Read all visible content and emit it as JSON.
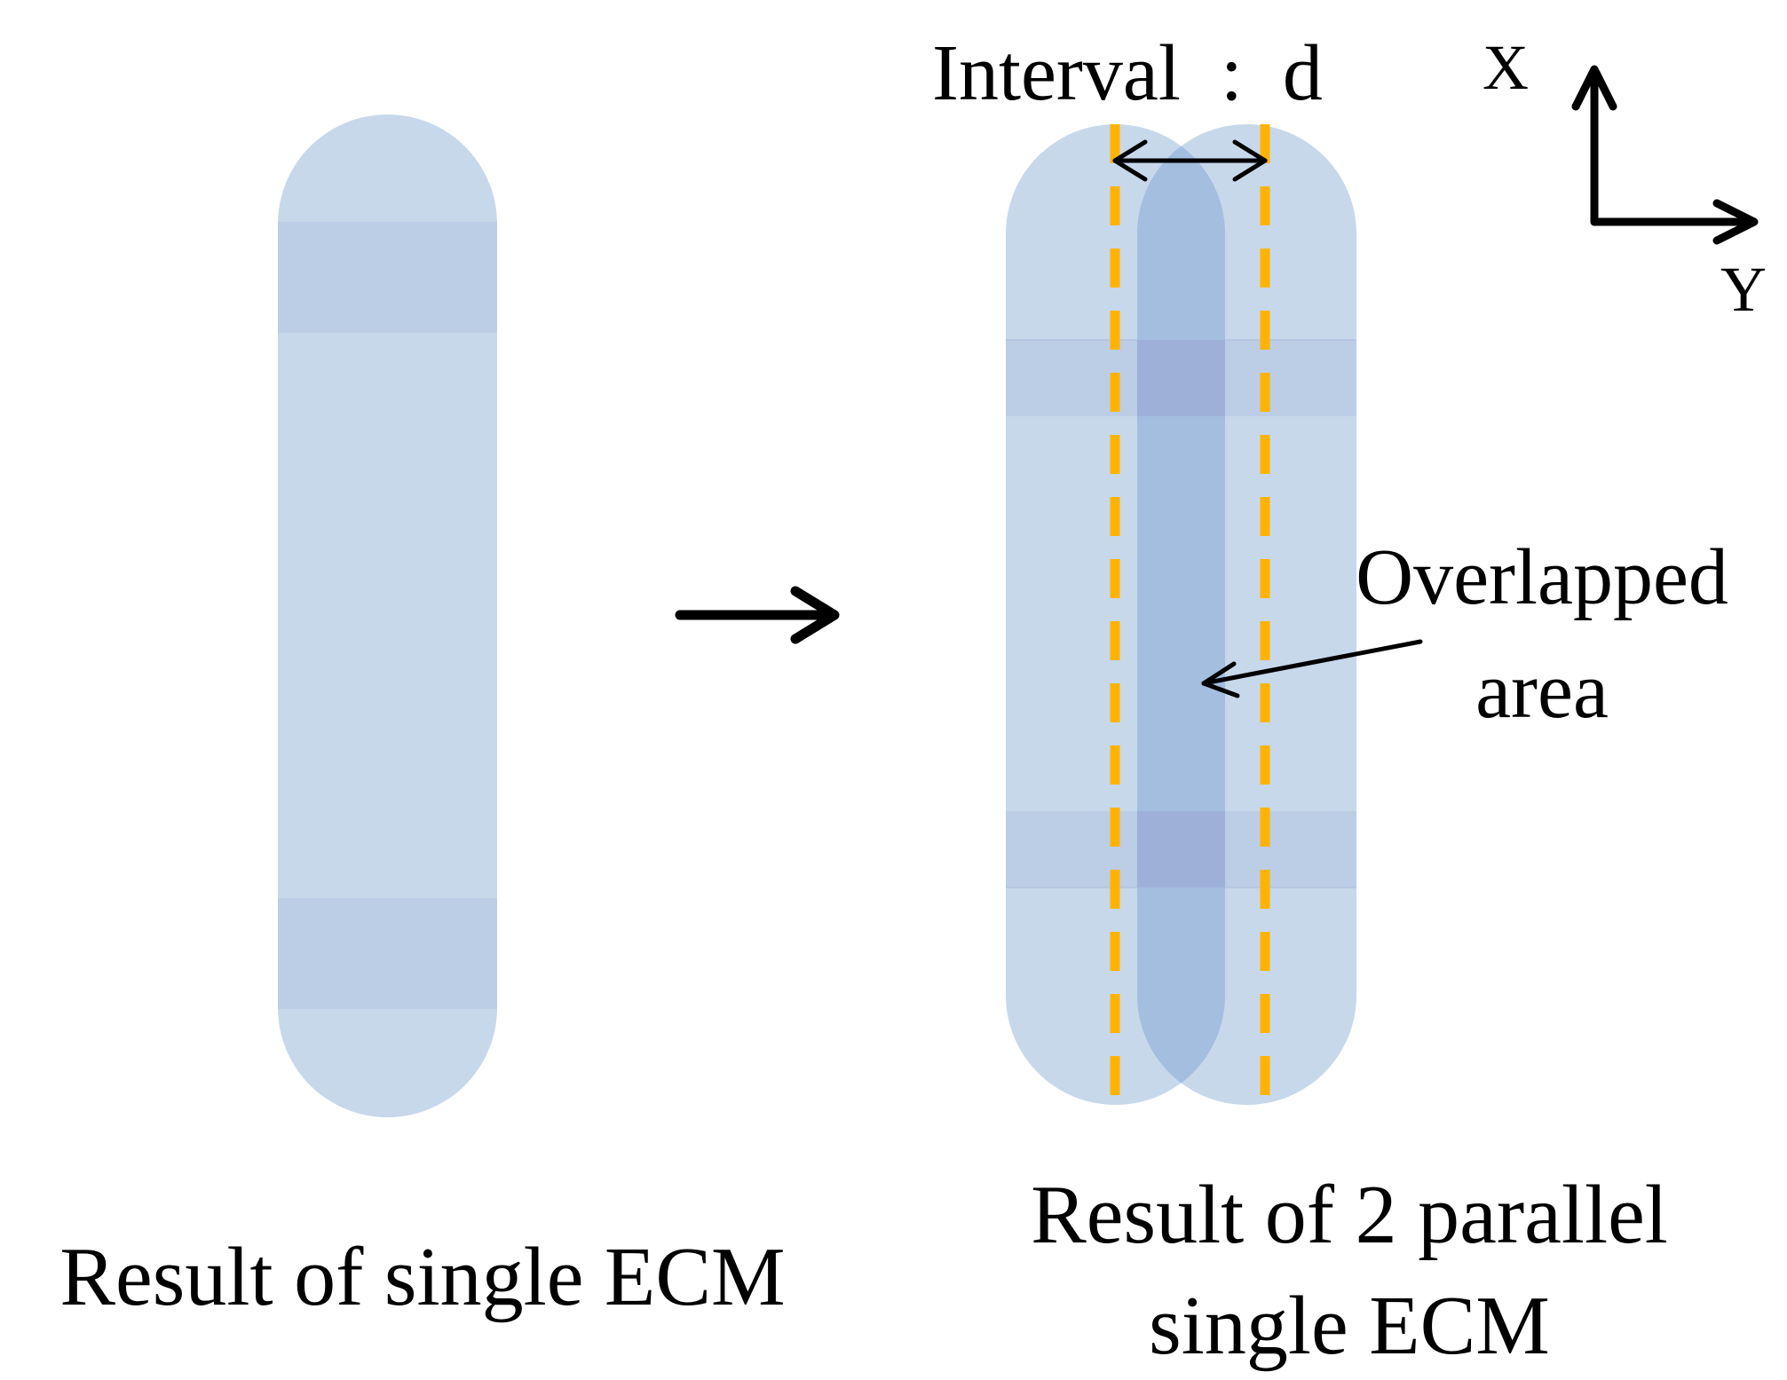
{
  "labels": {
    "interval": "Interval  :  d",
    "axis_x": "X",
    "axis_y": "Y",
    "overlap_line1": "Overlapped",
    "overlap_line2": "area",
    "left_caption": "Result of single ECM",
    "right_caption_line1": "Result of 2 parallel",
    "right_caption_line2": "single ECM"
  },
  "colors": {
    "track_fill": "#c7d8eb",
    "band_fill": "#bccde6",
    "overlap_fill": "#a3bedf",
    "overlap_band_fill": "#9fb0d8",
    "dashed_guides": "#ffb300",
    "arrows": "#000000"
  }
}
